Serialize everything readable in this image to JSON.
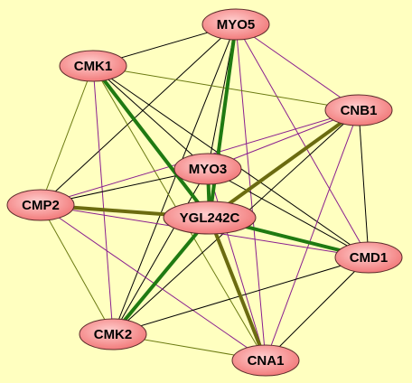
{
  "colors": {
    "background": "#ffffc0",
    "node_fill_center": "#ffd0d0",
    "node_fill_edge": "#f27b7b",
    "node_stroke": "#5a2a2a",
    "edge_black": "#000000",
    "edge_purple": "#8a1f8f",
    "edge_olive": "#6b7a12",
    "edge_green": "#1f7a12",
    "edge_olive_thick": "#6b6b10"
  },
  "nodes": [
    {
      "id": "MYO5",
      "label": "MYO5"
    },
    {
      "id": "CMK1",
      "label": "CMK1"
    },
    {
      "id": "CNB1",
      "label": "CNB1"
    },
    {
      "id": "MYO3",
      "label": "MYO3"
    },
    {
      "id": "CMP2",
      "label": "CMP2"
    },
    {
      "id": "YGL242C",
      "label": "YGL242C"
    },
    {
      "id": "CMD1",
      "label": "CMD1"
    },
    {
      "id": "CMK2",
      "label": "CMK2"
    },
    {
      "id": "CNA1",
      "label": "CNA1"
    }
  ],
  "edges": [
    {
      "source": "MYO5",
      "target": "CMK1",
      "type": "black"
    },
    {
      "source": "MYO5",
      "target": "CNB1",
      "type": "purple"
    },
    {
      "source": "MYO5",
      "target": "MYO3",
      "type": "black"
    },
    {
      "source": "MYO5",
      "target": "CMP2",
      "type": "black"
    },
    {
      "source": "MYO5",
      "target": "YGL242C",
      "type": "green"
    },
    {
      "source": "MYO5",
      "target": "CMD1",
      "type": "purple"
    },
    {
      "source": "MYO5",
      "target": "CMK2",
      "type": "black"
    },
    {
      "source": "MYO5",
      "target": "CNA1",
      "type": "purple"
    },
    {
      "source": "CMK1",
      "target": "CNB1",
      "type": "olive"
    },
    {
      "source": "CMK1",
      "target": "MYO3",
      "type": "black"
    },
    {
      "source": "CMK1",
      "target": "CMP2",
      "type": "olive"
    },
    {
      "source": "CMK1",
      "target": "YGL242C",
      "type": "green"
    },
    {
      "source": "CMK1",
      "target": "CMD1",
      "type": "black"
    },
    {
      "source": "CMK1",
      "target": "CMK2",
      "type": "purple"
    },
    {
      "source": "CMK1",
      "target": "CNA1",
      "type": "olive"
    },
    {
      "source": "CNB1",
      "target": "MYO3",
      "type": "purple"
    },
    {
      "source": "CNB1",
      "target": "CMP2",
      "type": "purple"
    },
    {
      "source": "CNB1",
      "target": "YGL242C",
      "type": "olive_thick"
    },
    {
      "source": "CNB1",
      "target": "CMD1",
      "type": "black"
    },
    {
      "source": "CNB1",
      "target": "CMK2",
      "type": "black"
    },
    {
      "source": "CNB1",
      "target": "CNA1",
      "type": "purple"
    },
    {
      "source": "MYO3",
      "target": "CMP2",
      "type": "black"
    },
    {
      "source": "MYO3",
      "target": "YGL242C",
      "type": "green"
    },
    {
      "source": "MYO3",
      "target": "CMD1",
      "type": "black"
    },
    {
      "source": "MYO3",
      "target": "CMK2",
      "type": "black"
    },
    {
      "source": "MYO3",
      "target": "CNA1",
      "type": "purple"
    },
    {
      "source": "CMP2",
      "target": "YGL242C",
      "type": "olive_thick"
    },
    {
      "source": "CMP2",
      "target": "CMD1",
      "type": "purple"
    },
    {
      "source": "CMP2",
      "target": "CMK2",
      "type": "olive"
    },
    {
      "source": "CMP2",
      "target": "CNA1",
      "type": "purple"
    },
    {
      "source": "YGL242C",
      "target": "CMD1",
      "type": "green"
    },
    {
      "source": "YGL242C",
      "target": "CMK2",
      "type": "green"
    },
    {
      "source": "YGL242C",
      "target": "CNA1",
      "type": "olive_thick"
    },
    {
      "source": "CMD1",
      "target": "CMK2",
      "type": "black"
    },
    {
      "source": "CMD1",
      "target": "CNA1",
      "type": "black"
    },
    {
      "source": "CMK2",
      "target": "CNA1",
      "type": "olive"
    }
  ]
}
